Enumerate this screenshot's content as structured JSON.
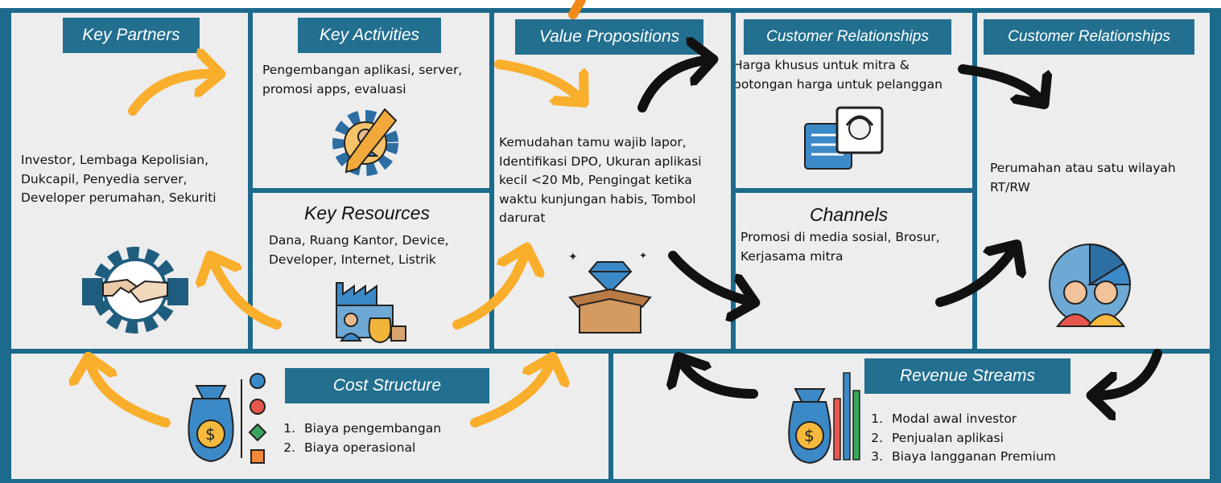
{
  "blocks": {
    "key_partners": {
      "title": "Key Partners",
      "text": "Investor, Lembaga Kepolisian, Dukcapil, Penyedia server, Developer perumahan, Sekuriti"
    },
    "key_activities": {
      "title": "Key Activities",
      "text": "Pengembangan aplikasi, server, promosi apps, evaluasi"
    },
    "key_resources": {
      "title": "Key Resources",
      "text": "Dana, Ruang Kantor, Device, Developer, Internet, Listrik"
    },
    "value_propositions": {
      "title": "Value Propositions",
      "text": "Kemudahan tamu wajib lapor, Identifikasi DPO, Ukuran aplikasi kecil <20 Mb, Pengingat ketika waktu kunjungan habis, Tombol darurat"
    },
    "customer_relationships": {
      "title": "Customer Relationships",
      "text": "Harga khusus untuk mitra & potongan harga untuk pelanggan"
    },
    "channels": {
      "title": "Channels",
      "text": "Promosi di media sosial, Brosur, Kerjasama mitra"
    },
    "customer_segments": {
      "title": "Customer Relationships",
      "text": "Perumahan atau satu wilayah RT/RW"
    },
    "cost_structure": {
      "title": "Cost Structure",
      "items": [
        "Biaya pengembangan",
        "Biaya operasional"
      ]
    },
    "revenue_streams": {
      "title": "Revenue Streams",
      "items": [
        "Modal awal investor",
        "Penjualan aplikasi",
        "Biaya langganan Premium"
      ]
    }
  },
  "icons": {
    "key_partners": "handshake-gear-icon",
    "key_activities": "person-gear-wrench-icon",
    "key_resources": "factory-money-bag-icon",
    "value_propositions": "diamond-box-icon",
    "customer_relationships": "chat-support-agent-icon",
    "customer_segments": "pie-chart-people-icon",
    "cost_structure": "money-bag-flowchart-icon",
    "revenue_streams": "money-bag-bar-chart-icon"
  },
  "colors": {
    "frame": "#1c6a8c",
    "label_bg": "#226f90",
    "cell_bg": "#ededed",
    "orange_arrow": "#f9ae2c",
    "black_arrow": "#111111"
  }
}
